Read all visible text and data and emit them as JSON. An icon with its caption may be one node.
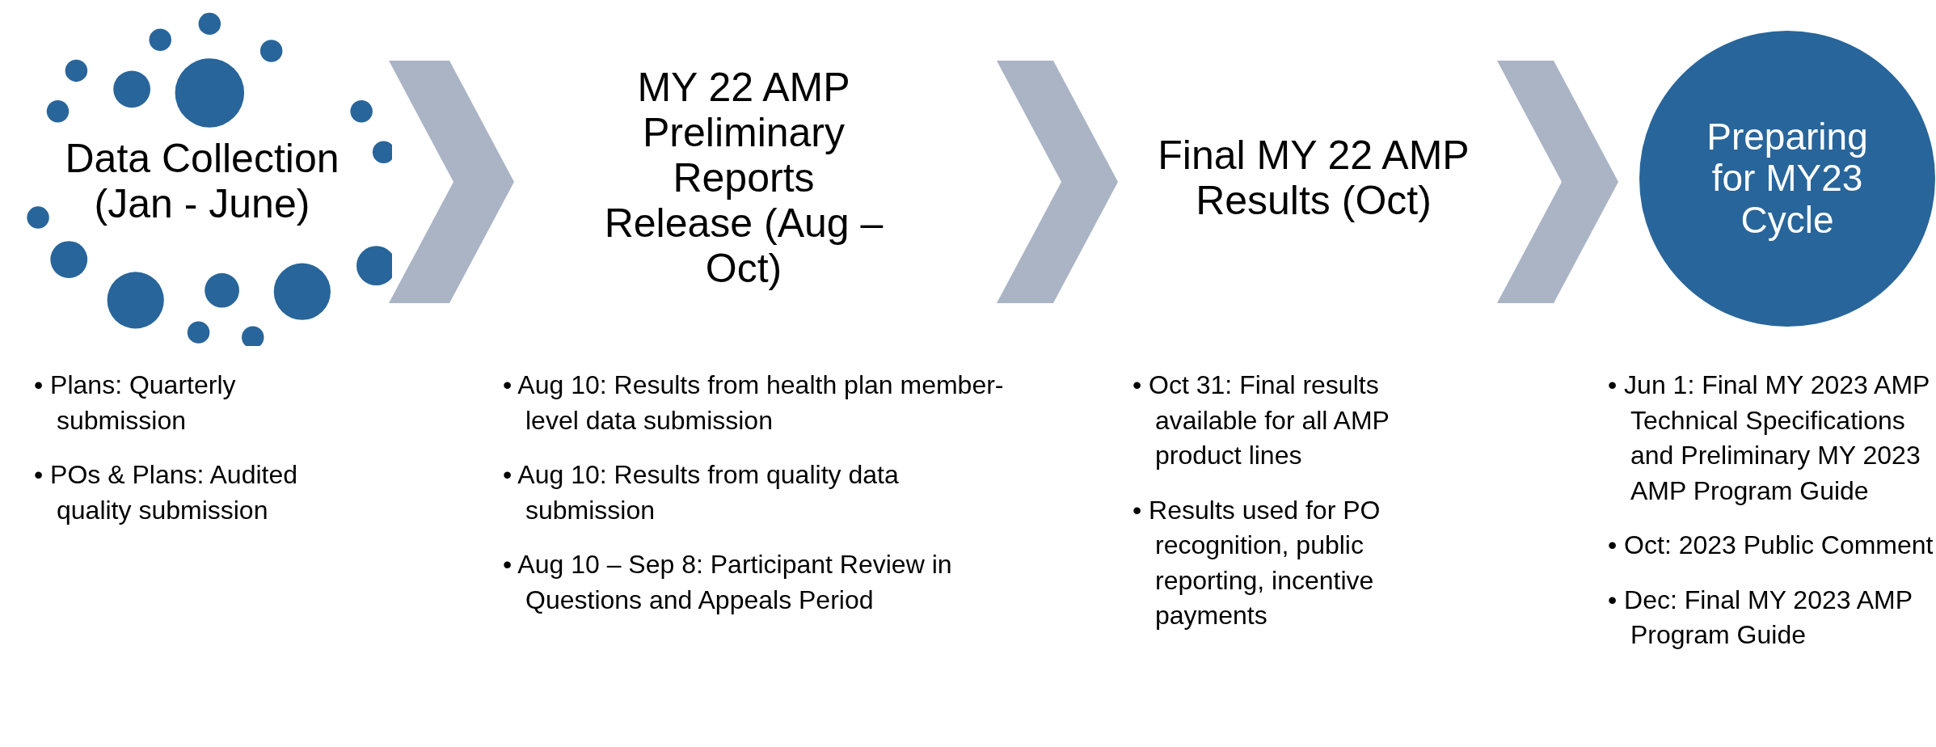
{
  "diagram": {
    "nodes": [
      {
        "text": [
          "Data Collection (Jan - June)"
        ],
        "beside": [
          "• Plans: Quarterly submission",
          "• POs & Plans: Audited quality submission"
        ]
      },
      {
        "text": [
          "MY 22 AMP Preliminary Reports Release (Aug – Oct)"
        ],
        "beside": [
          "• Aug 10: Results from health plan member-level data submission",
          "• Aug 10: Results from quality data submission",
          "• Aug 10 – Sep 8: Participant Review in Questions and Appeals Period"
        ]
      },
      {
        "text": [
          "Final MY 22 AMP Results (Oct)"
        ],
        "beside": [
          "• Oct 31: Final results available for all AMP product lines",
          "• Results used for PO recognition, public reporting, incentive payments"
        ]
      },
      {
        "text": [
          "Preparing for MY23 Cycle"
        ],
        "beside": [
          "• Jun 1: Final MY 2023 AMP Technical Specifications and Preliminary MY 2023 AMP Program Guide",
          "• Oct: 2023 Public Comment",
          "• Dec: Final MY 2023 AMP Program Guide"
        ]
      }
    ],
    "edges": [
      {
        "from": 0,
        "to": 1,
        "arrow": "to"
      },
      {
        "from": 1,
        "to": 2,
        "arrow": "to"
      },
      {
        "from": 2,
        "to": 3,
        "arrow": "to"
      }
    ]
  }
}
